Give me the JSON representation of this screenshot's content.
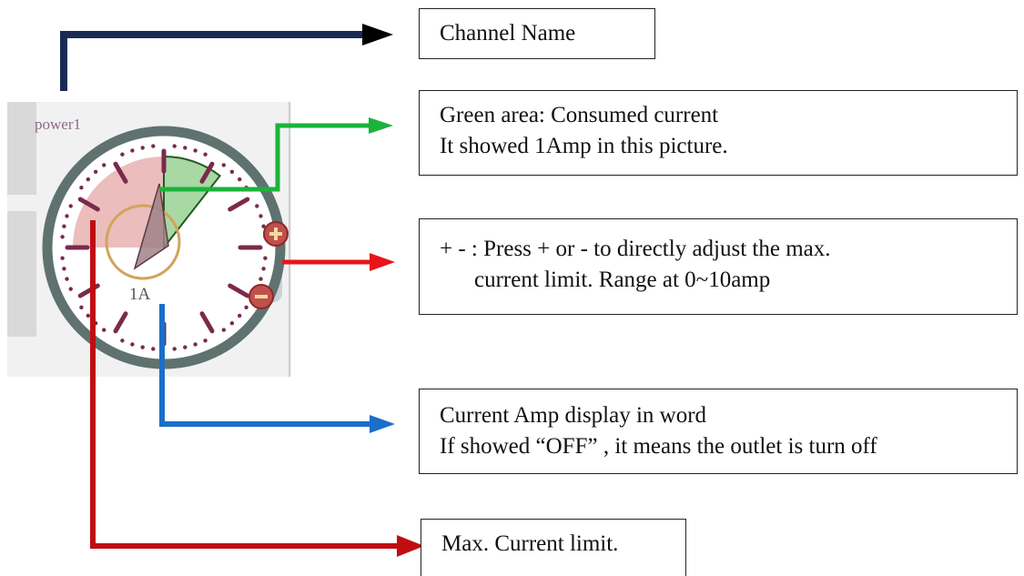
{
  "widget": {
    "channel_name": "power1",
    "current_text": "1A",
    "plus_symbol": "+",
    "minus_symbol": "−",
    "consumed_current_amps": 1,
    "max_current_limit_amps": 10,
    "colors": {
      "ring": "#5f7270",
      "ticks": "#7a2a4a",
      "consumed_fill": "#9ed49a",
      "limit_fill": "#e8b2b2",
      "button_fill": "#c0504d"
    }
  },
  "annotations": {
    "channel_name": {
      "lines": [
        "Channel Name"
      ],
      "arrow_color": "#1a2a55"
    },
    "consumed_current": {
      "lines": [
        "Green area:  Consumed  current",
        "It showed 1Amp in this picture."
      ],
      "arrow_color": "#1bb33a"
    },
    "plus_minus": {
      "lines": [
        "+  -  :  Press  +    or    -  to directly adjust the max.",
        "current limit.  Range at 0~10amp"
      ],
      "arrow_color": "#e8141c"
    },
    "amp_display": {
      "lines": [
        "Current Amp display in word",
        "If showed “OFF” , it means the outlet is turn off"
      ],
      "arrow_color": "#1a6fc8"
    },
    "max_limit": {
      "lines": [
        "Max. Current limit."
      ],
      "arrow_color": "#c00d12"
    }
  },
  "icons": [
    "plus-icon",
    "minus-icon"
  ]
}
